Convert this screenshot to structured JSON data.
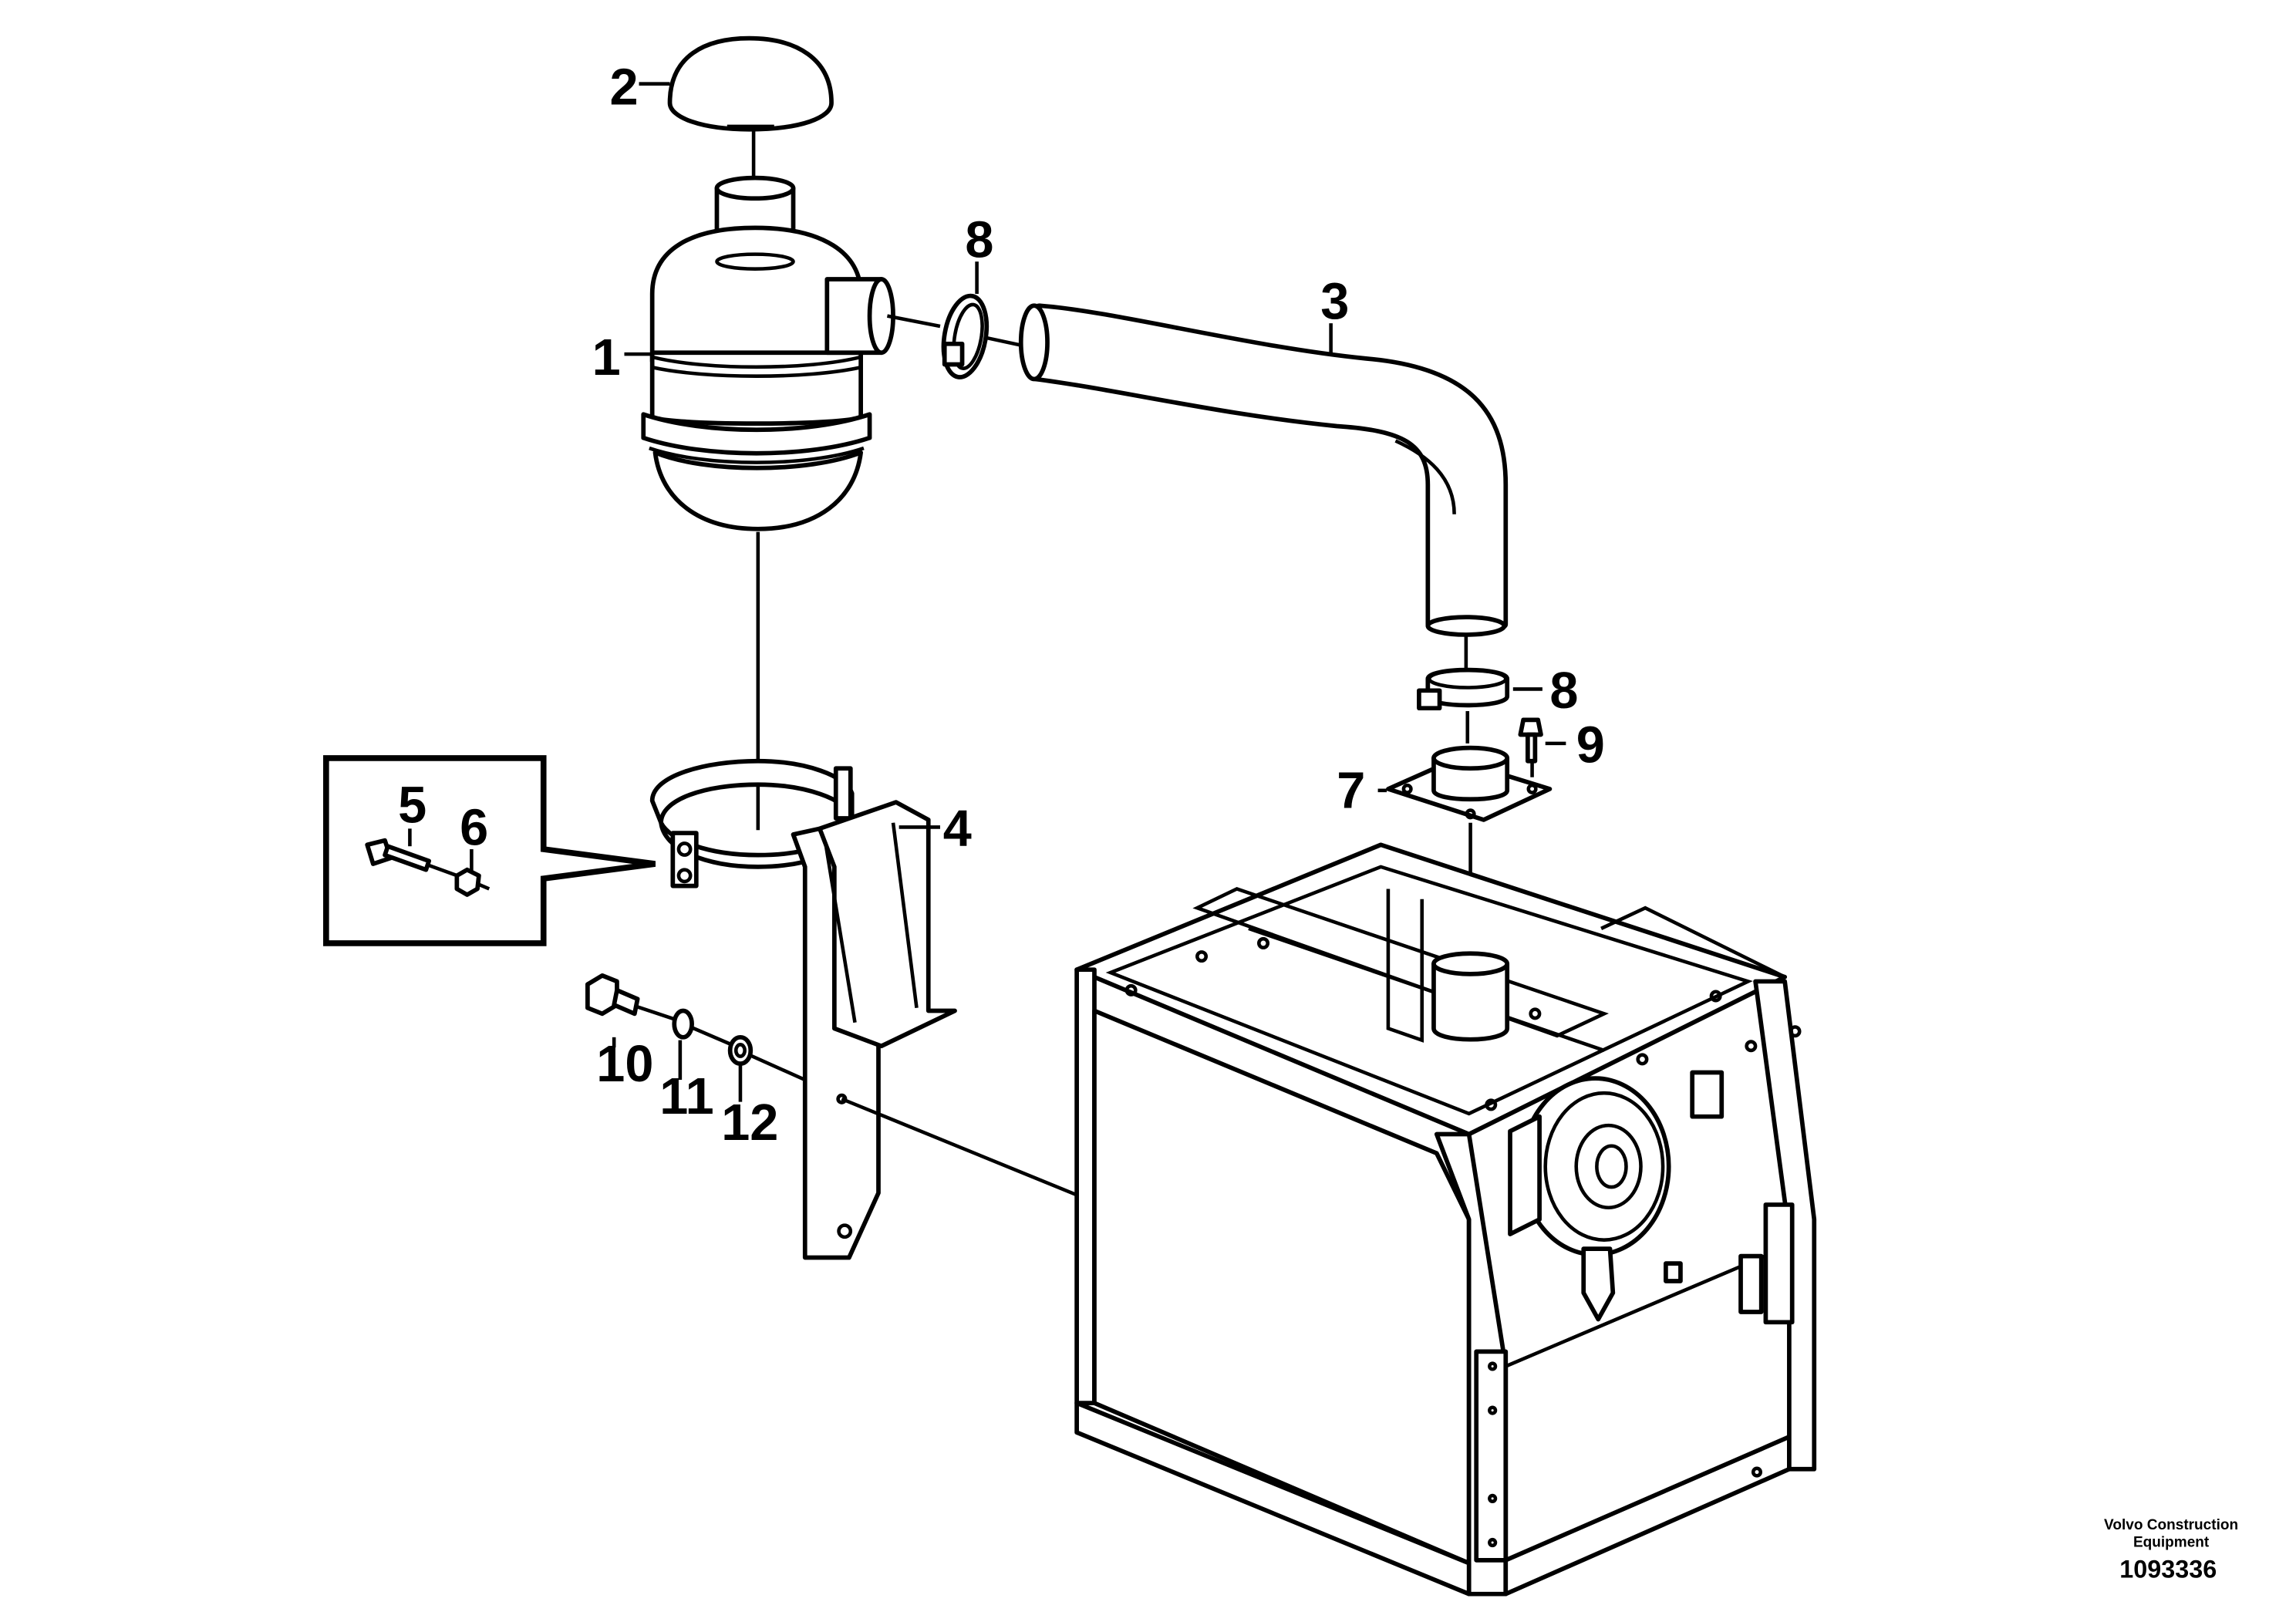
{
  "diagram": {
    "callouts": {
      "c1": "1",
      "c2": "2",
      "c3": "3",
      "c4": "4",
      "c5": "5",
      "c6": "6",
      "c7": "7",
      "c8a": "8",
      "c8b": "8",
      "c9": "9",
      "c10": "10",
      "c11": "11",
      "c12": "12"
    },
    "credit_line1": "Volvo Construction",
    "credit_line2": "Equipment",
    "document_number": "1093336"
  }
}
